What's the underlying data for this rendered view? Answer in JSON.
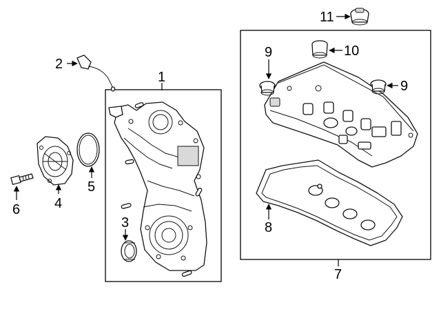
{
  "diagram": {
    "callouts": {
      "c1": "1",
      "c2": "2",
      "c3": "3",
      "c4": "4",
      "c5": "5",
      "c6": "6",
      "c7": "7",
      "c8": "8",
      "c9a": "9",
      "c9b": "9",
      "c10": "10",
      "c11": "11"
    },
    "colors": {
      "line": "#000000",
      "shade": "#d9d9d9",
      "background": "#ffffff"
    },
    "icons": [
      "arrow-left-icon",
      "arrow-down-icon",
      "arrow-up-icon"
    ]
  }
}
